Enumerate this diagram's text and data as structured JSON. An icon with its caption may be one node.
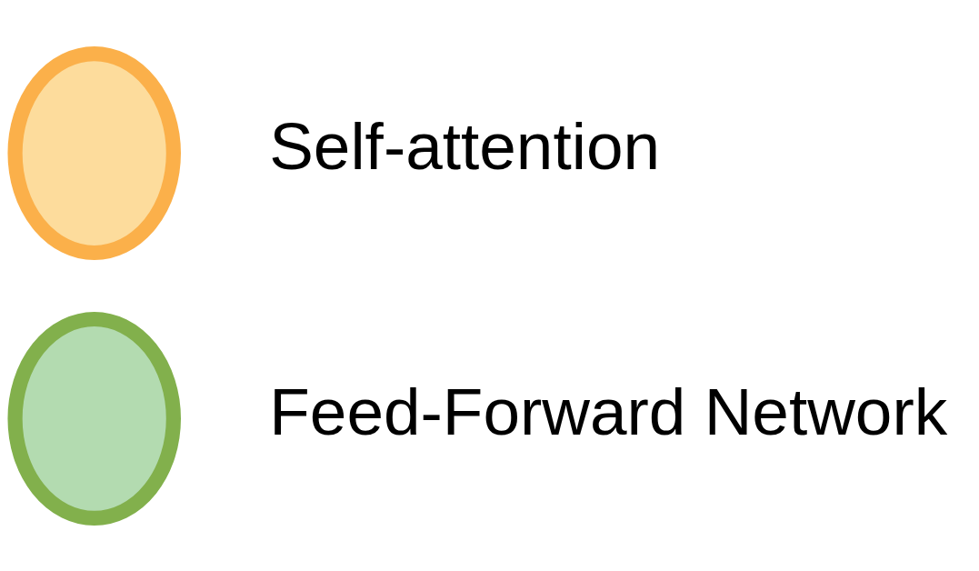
{
  "diagram": {
    "nodes": [
      {
        "text": [],
        "shape": "circle"
      },
      {
        "text": [],
        "shape": "circle"
      }
    ],
    "legend": [
      {
        "text": "Self-attention",
        "color": "#fddc9c"
      },
      {
        "text": "Feed-Forward Network",
        "color": "#b3dbb0"
      }
    ]
  }
}
